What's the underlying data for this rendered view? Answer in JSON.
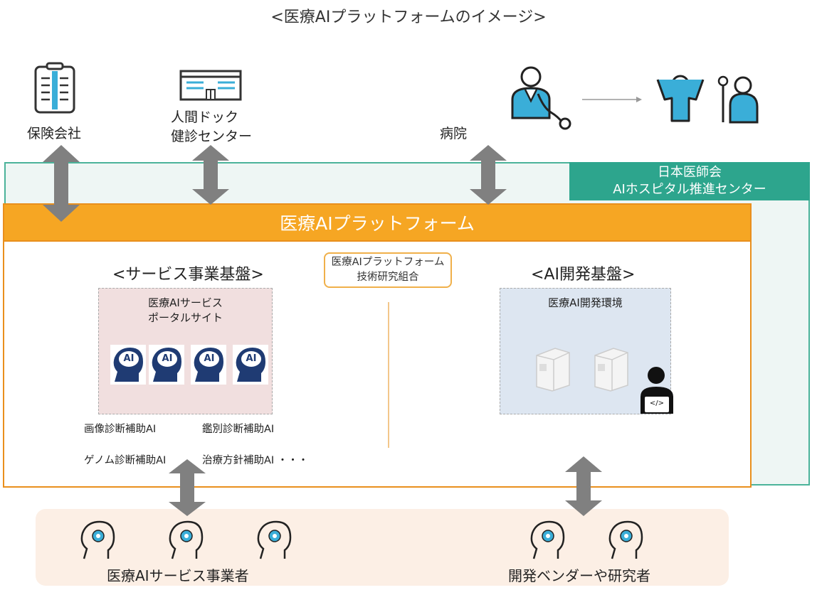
{
  "title": "<医療AIプラットフォームのイメージ>",
  "stakeholders": {
    "insurance": "保険会社",
    "dock_line1": "人間ドック",
    "dock_line2": "健診センター",
    "hospital": "病院"
  },
  "jma": {
    "line1": "日本医師会",
    "line2": "AIホスピタル推進センター"
  },
  "platform": {
    "label": "医療AIプラットフォーム"
  },
  "service_base": {
    "title": "<サービス事業基盤>",
    "portal_line1": "医療AIサービス",
    "portal_line2": "ポータルサイト",
    "ai_badge": "AI",
    "items": [
      "画像診断補助AI",
      "鑑別診断補助AI",
      "ゲノム診断補助AI",
      "治療方針補助AI ・・・"
    ]
  },
  "association": {
    "line1": "医療AIプラットフォーム",
    "line2": "技術研究組合"
  },
  "dev_base": {
    "title": "<AI開発基盤>",
    "env": "医療AI開発環境",
    "code_glyph": "</>"
  },
  "bottom": {
    "providers": "医療AIサービス事業者",
    "vendors": "開発ベンダーや研究者"
  },
  "colors": {
    "teal": "#2da58d",
    "orange": "#f6a623",
    "icon_blue": "#3aaed8",
    "navy": "#1f3b73",
    "arrow_gray": "#808080"
  }
}
